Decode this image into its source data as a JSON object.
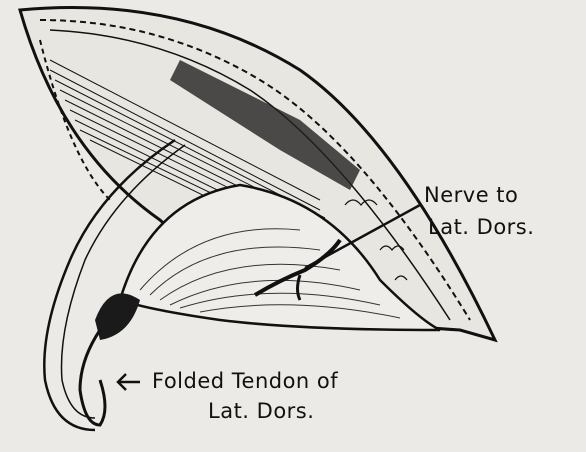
{
  "labels": {
    "nerve_line1": "Nerve to",
    "nerve_line2": "Lat. Dors.",
    "tendon_line1": "Folded Tendon of",
    "tendon_line2": "Lat. Dors."
  },
  "colors": {
    "ink": "#111111",
    "paper": "#eceae6"
  }
}
